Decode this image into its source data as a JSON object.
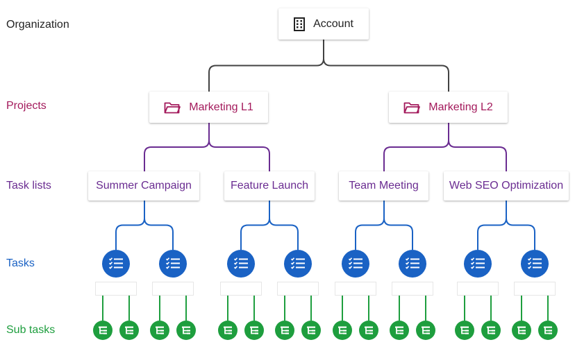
{
  "levels": {
    "organization": "Organization",
    "projects": "Projects",
    "task_lists": "Task lists",
    "tasks": "Tasks",
    "sub_tasks": "Sub tasks"
  },
  "account": {
    "label": "Account",
    "icon": "building-icon"
  },
  "projects": [
    {
      "label": "Marketing L1",
      "icon": "folder-icon"
    },
    {
      "label": "Marketing L2",
      "icon": "folder-icon"
    }
  ],
  "task_lists": [
    {
      "label": "Summer Campaign"
    },
    {
      "label": "Feature Launch"
    },
    {
      "label": "Team Meeting"
    },
    {
      "label": "Web SEO Optimization"
    }
  ],
  "tasks_per_list": 2,
  "subtasks_per_task": 2,
  "icons": {
    "task": "checklist-icon",
    "subtask": "subtask-tree-icon"
  },
  "colors": {
    "organization": "#222222",
    "project": "#a3195b",
    "task_list": "#6a2c91",
    "task": "#1a62c4",
    "subtask": "#1e9e3e",
    "account_connector": "#424242"
  }
}
